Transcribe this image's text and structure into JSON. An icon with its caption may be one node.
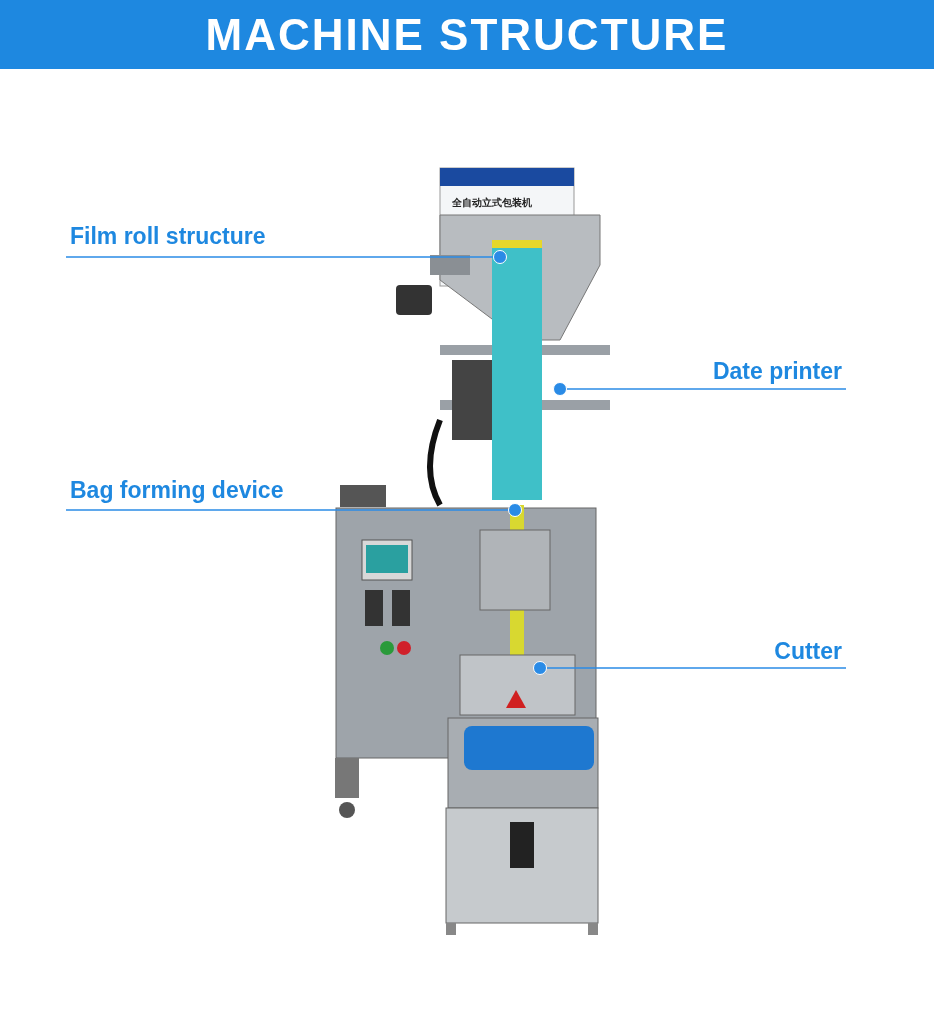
{
  "diagram": {
    "title": "MACHINE STRUCTURE",
    "nodes": [
      {
        "text": [
          "Film roll structure"
        ]
      },
      {
        "text": [],
        "shape": "circle"
      },
      {
        "text": [
          "Date printer"
        ]
      },
      {
        "text": [],
        "shape": "circle"
      },
      {
        "text": [
          "Bag forming device"
        ]
      },
      {
        "text": [],
        "shape": "circle"
      },
      {
        "text": [
          "Cutter"
        ]
      },
      {
        "text": [],
        "shape": "circle"
      }
    ],
    "edges": [
      {
        "from": 0,
        "to": 1,
        "arrow": "none"
      },
      {
        "from": 2,
        "to": 3,
        "arrow": "none"
      },
      {
        "from": 4,
        "to": 5,
        "arrow": "none"
      },
      {
        "from": 6,
        "to": 7,
        "arrow": "none"
      }
    ],
    "labels": [
      "全自动立式包装机"
    ]
  }
}
